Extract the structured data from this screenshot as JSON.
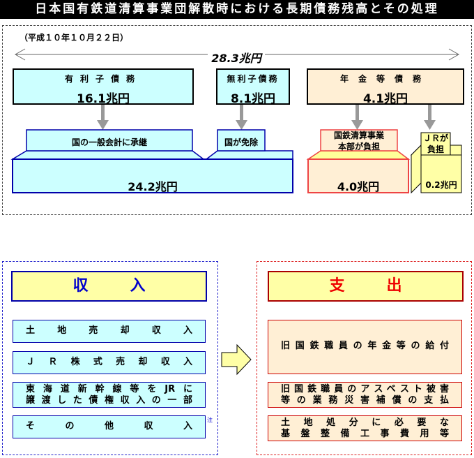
{
  "title": "日本国有鉄道清算事業団解散時における長期債務残高とその処理",
  "date": "（平成１０年１０月２２日）",
  "total": "28.3兆円",
  "debts": {
    "interest": {
      "label": "有利子債務",
      "value": "16.1兆円"
    },
    "noninterest": {
      "label": "無利子債務",
      "value": "8.1兆円"
    },
    "pension": {
      "label": "年金等債務",
      "value": "4.1兆円"
    }
  },
  "treatment": {
    "general_account": "国の一般会計に承継",
    "exemption": "国が免除",
    "national_total": "24.2兆円",
    "settlement_hq": "国鉄清算事業本部が負担",
    "settlement_hq_l1": "国鉄清算事業",
    "settlement_hq_l2": "本部が負担",
    "settlement_value": "4.0兆円",
    "jr_l1": "ＪＲが",
    "jr_l2": "負担",
    "jr_value": "0.2兆円"
  },
  "income": {
    "header": "収入",
    "items": [
      {
        "line1": "土地売却収入"
      },
      {
        "line1": "ＪＲ株式売却収入"
      },
      {
        "line1": "東海道新幹線等をJRに",
        "line2": "譲渡した債権収入の一部"
      },
      {
        "line1": "その他収入"
      }
    ],
    "note": "注"
  },
  "expense": {
    "header": "支出",
    "items": [
      {
        "line1": "旧国鉄職員の年金等の給付"
      },
      {
        "line1": "旧国鉄職員のアスベスト被害",
        "line2": "等の業務災害補償の支払"
      },
      {
        "line1": "土地処分に必要な",
        "line2": "基盤整備工事費用等"
      }
    ]
  },
  "colors": {
    "cyan": "#ccffff",
    "beige": "#ffefd5",
    "yellow": "#ffffa6",
    "blue": "#0000cc",
    "red": "#ee0000",
    "arrow_gray": "#999999"
  }
}
